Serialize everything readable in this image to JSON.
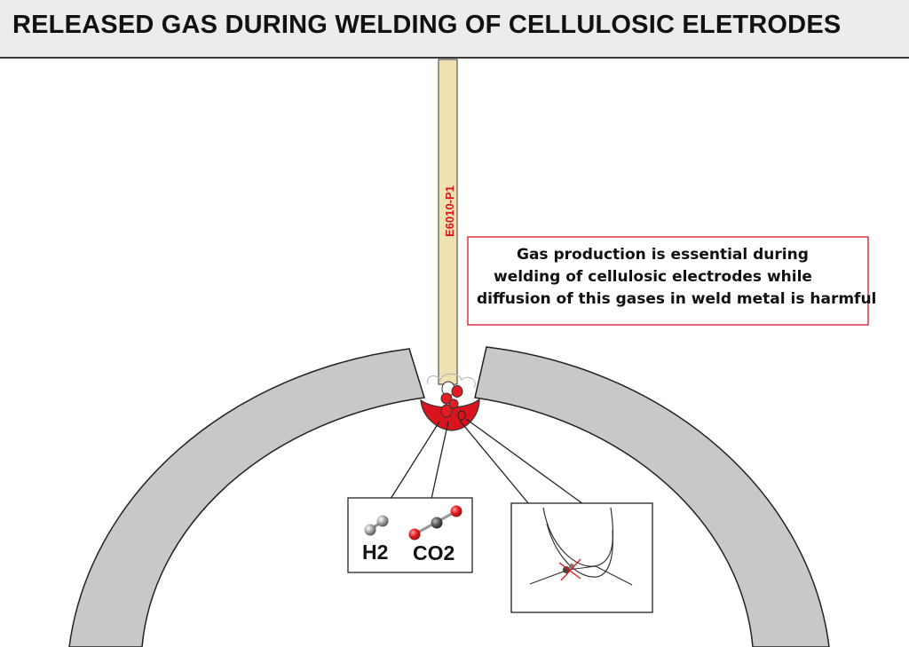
{
  "title": "RELEASED GAS DURING WELDING OF CELLULOSIC ELETRODES",
  "electrode": {
    "label": "E6010-P1"
  },
  "note": {
    "lines": [
      "Gas production is essential during",
      "welding of cellulosic electrodes while",
      "diffusion of this gases in weld metal is harmful"
    ]
  },
  "gas_inset": {
    "molecules": [
      {
        "name": "H2",
        "icon": "hydrogen-molecule-icon"
      },
      {
        "name": "CO2",
        "icon": "carbon-dioxide-molecule-icon"
      }
    ]
  },
  "colors": {
    "pipe": "#c8c8c8",
    "electrode": "#f0e2b0",
    "weld_pool": "#d9141e",
    "oxygen_atom": "#e31d24",
    "hydrogen_atom": "#9a9a9a",
    "carbon_atom": "#555555",
    "note_border": "#d9141e"
  }
}
